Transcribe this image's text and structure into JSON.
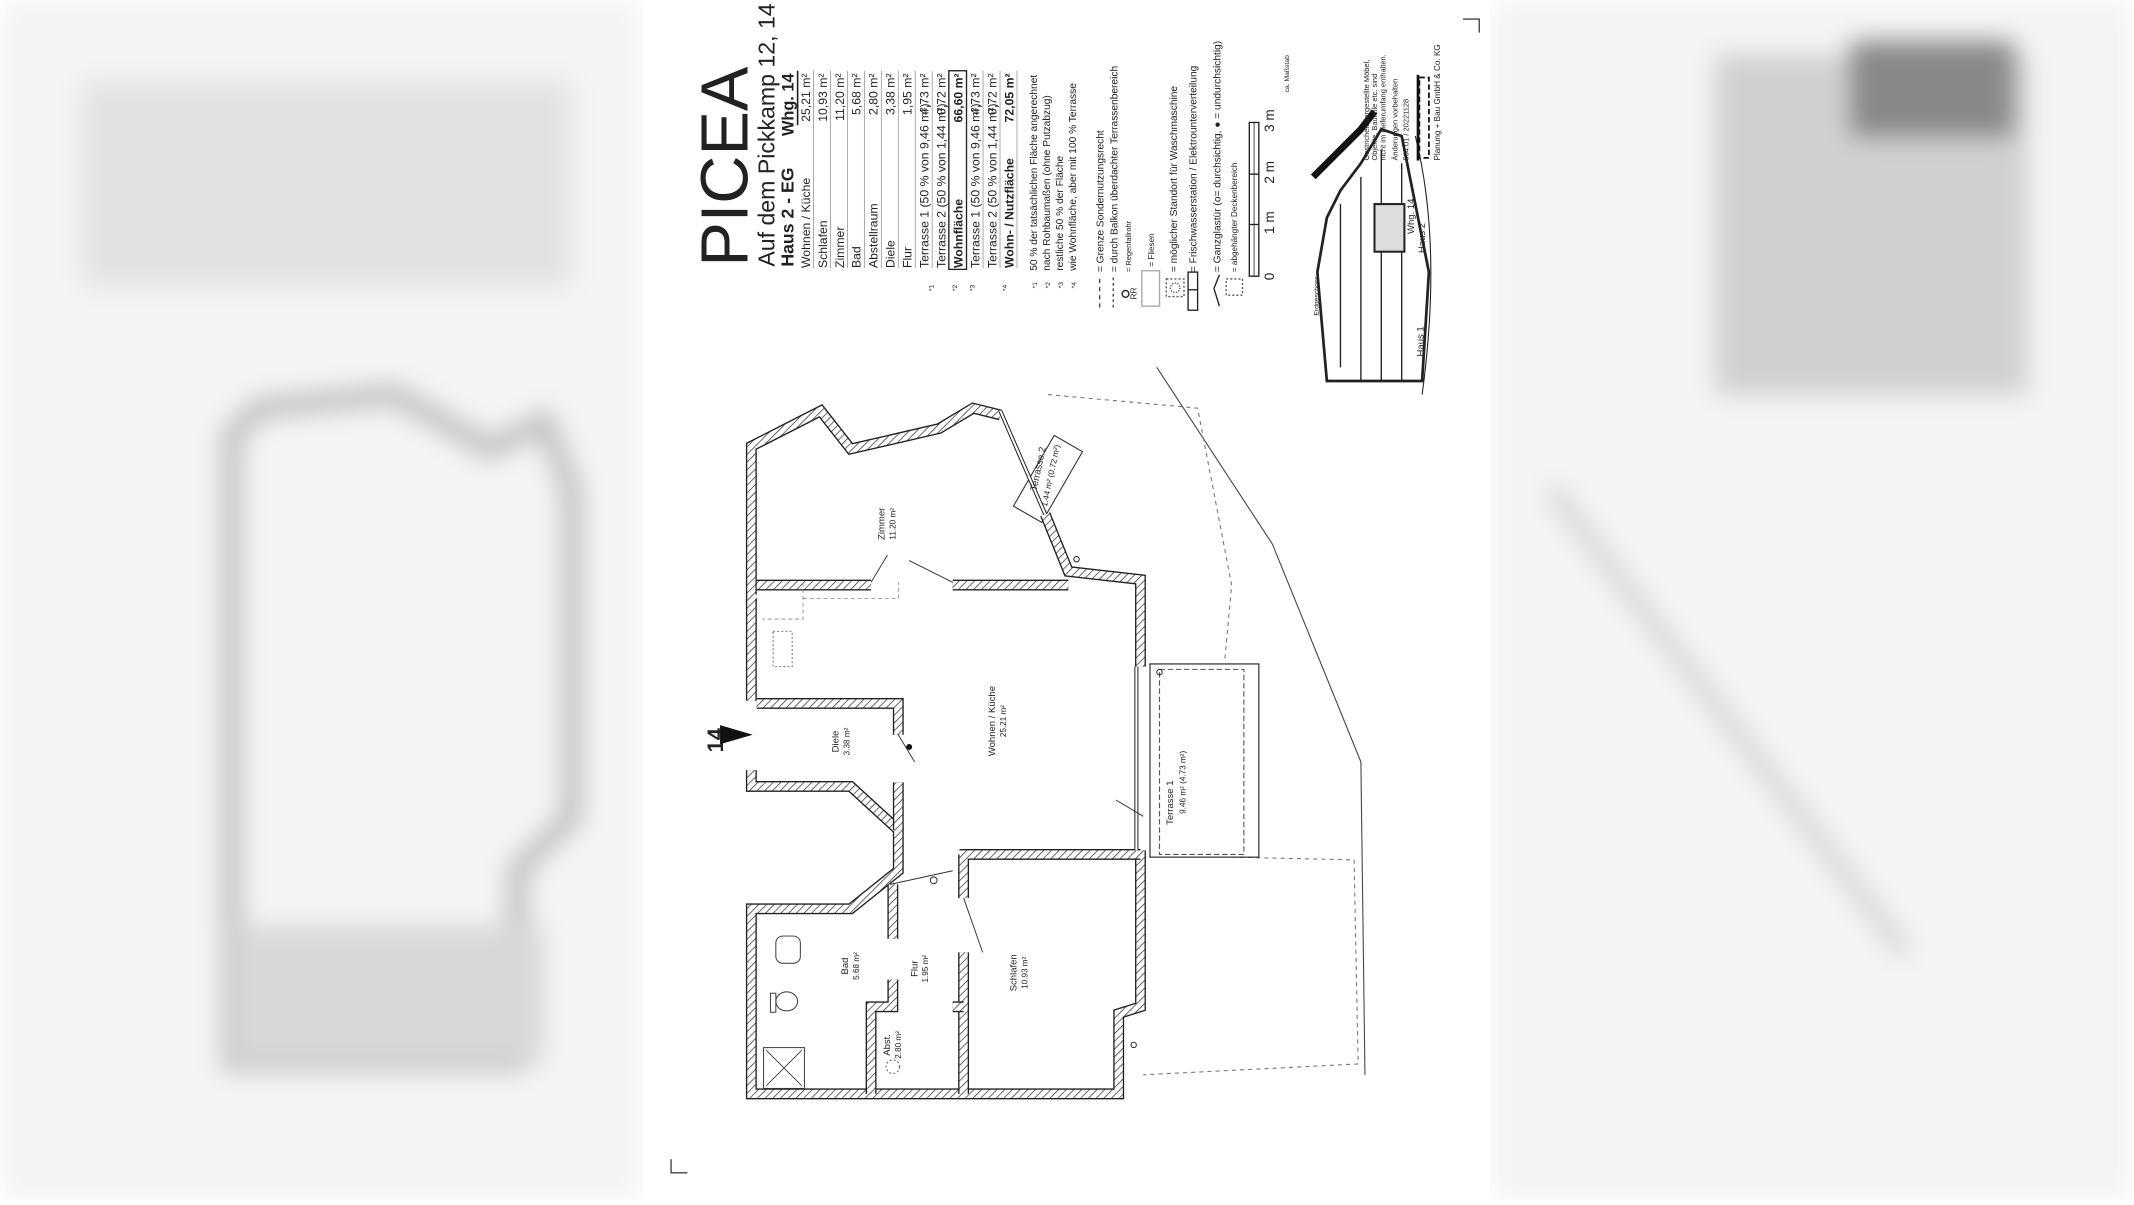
{
  "title": "PICEA",
  "address": "Auf dem Pickkamp 12, 14",
  "building": "Haus 2 - EG",
  "unit_header": "Whg. 14",
  "area_table": [
    {
      "label": "Wohnen / Küche",
      "value": "25,21 m²"
    },
    {
      "label": "Schlafen",
      "value": "10,93 m²"
    },
    {
      "label": "Zimmer",
      "value": "11,20 m²"
    },
    {
      "label": "Bad",
      "value": "5,68 m²"
    },
    {
      "label": "Abstellraum",
      "value": "2,80 m²"
    },
    {
      "label": "Diele",
      "value": "3,38 m²"
    },
    {
      "label": "Flur",
      "value": "1,95 m²"
    },
    {
      "label": "Terrasse 1 (50 % von 9,46 m²)",
      "value": "4,73 m²"
    },
    {
      "label": "Terrasse 2 (50 % von 1,44 m²)",
      "value": "0,72 m²"
    },
    {
      "label": "Wohnfläche",
      "value": "66,60 m²",
      "bold": true
    },
    {
      "label": "Terrasse 1 (50 % von 9,46 m²)",
      "value": "4,73 m²"
    },
    {
      "label": "Terrasse 2 (50 % von 1,44 m²)",
      "value": "0,72 m²"
    },
    {
      "label": "Wohn- / Nutzfläche",
      "value": "72,05 m²",
      "bold": true
    }
  ],
  "footnote_marks": [
    "*1",
    "*2",
    "*3",
    "*4"
  ],
  "footnotes": [
    {
      "mark": "*1",
      "text": "50 % der tatsächlichen Fläche angerechnet"
    },
    {
      "mark": "*2",
      "text": "nach Rohbaumaßen (ohne Putzabzug)"
    },
    {
      "mark": "*3",
      "text": "restliche 50 % der Fläche"
    },
    {
      "mark": "*4",
      "text": "wie Wohnfläche, aber mit 100 % Terrasse"
    }
  ],
  "legend": {
    "boundary": "= Grenze Sondernutzungsrecht",
    "covered": "= durch Balkon überdachter Terrassenbereich",
    "rr_symbol": "RR",
    "downpipe": "= Regenfallrohr",
    "tiles": "= Fliesen",
    "washer": "= möglicher Standort für Waschmaschine",
    "water_station": "= Frischwasserstation / Elektrounterverteilung",
    "glass_door": "= Ganzglastür (o= durchsichtig, ● = undurchsichtig)",
    "ceiling": "= abgehängter Deckenbereich"
  },
  "scale": {
    "labels": [
      "0",
      "1 m",
      "2 m",
      "3 m"
    ],
    "note": "ca. Maßstab"
  },
  "rooms": {
    "zimmer": {
      "name": "Zimmer",
      "area": "11.20 m²"
    },
    "wohnen": {
      "name": "Wohnen / Küche",
      "area": "25.21 m²"
    },
    "diele": {
      "name": "Diele",
      "area": "3.38 m²"
    },
    "terrasse1": {
      "name": "Terrasse 1",
      "area": "9.46 m² (4.73 m²)"
    },
    "terrasse2": {
      "name": "Terrasse 2",
      "area": "1.44 m² (0.72 m²)"
    },
    "schlafen": {
      "name": "Schlafen",
      "area": "10.93 m²"
    },
    "flur": {
      "name": "Flur",
      "area": "1.95 m²"
    },
    "bad": {
      "name": "Bad",
      "area": "5.68 m²"
    },
    "abst": {
      "name": "Abst.",
      "area": "2.80 m²"
    }
  },
  "entrance_number": "14",
  "site_plan": {
    "floor": "Erdgeschoss",
    "haus1": "Haus 1",
    "haus2": "Haus 2",
    "unit": "Whg. 14"
  },
  "notes": {
    "furniture": [
      "Gestrichelt dargestellte Möbel,",
      "Objekte, Bauteile etc. sind",
      "nicht im Lieferumfang enthalten."
    ],
    "changes": "Änderungen vorbehalten",
    "ref": "564.01 / 20221128",
    "company": "Planung + Bau GmbH & Co. KG"
  },
  "colors": {
    "ink": "#222222",
    "paper": "#ffffff",
    "blur": "#c8c8c8"
  }
}
